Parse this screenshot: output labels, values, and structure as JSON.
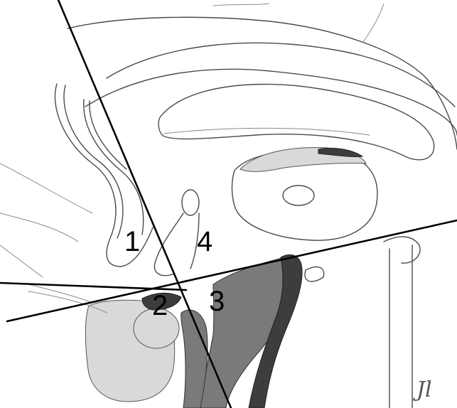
{
  "figure": {
    "regions": [
      {
        "id": "1",
        "label": "1"
      },
      {
        "id": "2",
        "label": "2"
      },
      {
        "id": "3",
        "label": "3"
      },
      {
        "id": "4",
        "label": "4"
      }
    ],
    "signature": "Jl",
    "line_color": "#000000",
    "sketch_color": "#4a4a4a",
    "tissue_dark": "#3d3d3d"
  }
}
